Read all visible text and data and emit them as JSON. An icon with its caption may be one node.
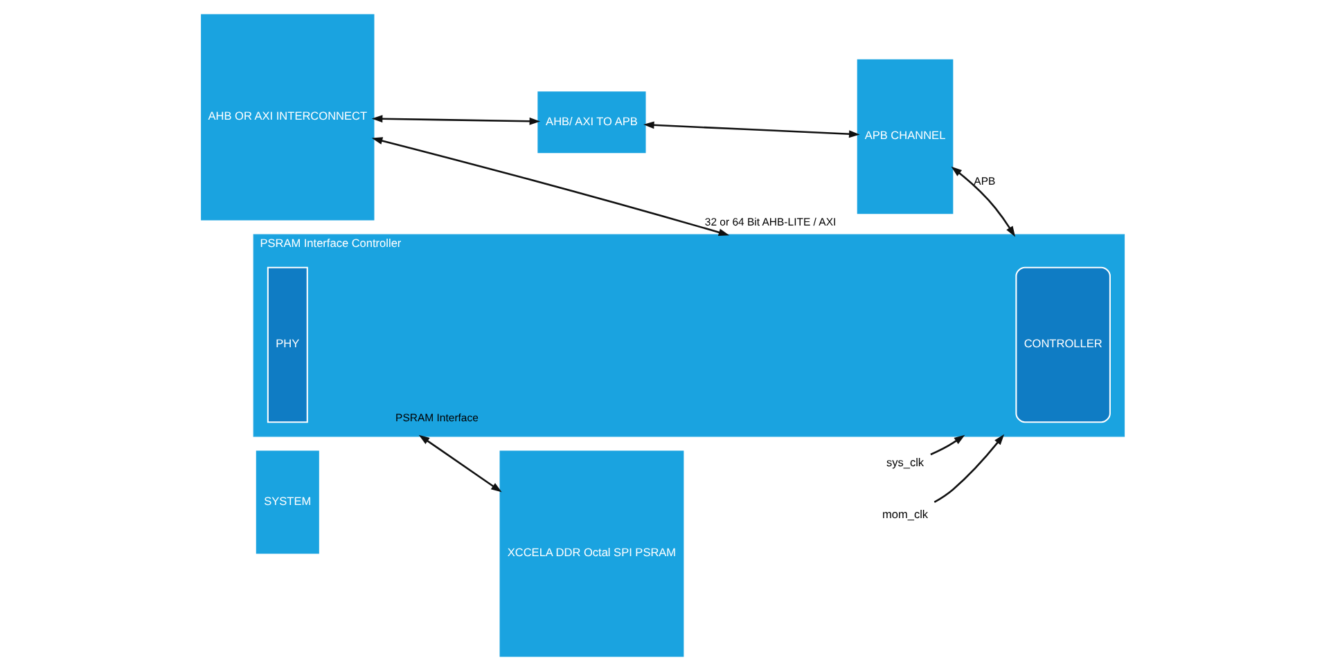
{
  "diagram": {
    "nodes": [
      {
        "text": [
          "SYSTEM"
        ]
      },
      {
        "text": [
          "AHB OR AXI INTERCONNECT"
        ]
      },
      {
        "text": [
          "AHB/ AXI TO APB"
        ]
      },
      {
        "text": [
          "APB CHANNEL"
        ]
      },
      {
        "text": [
          "PSRAM Interface Controller"
        ]
      },
      {
        "text": [
          "CONTROLLER"
        ],
        "in": 4
      },
      {
        "text": [
          "PHY"
        ],
        "in": 4
      },
      {
        "text": [
          "XCCELA DDR Octal SPI PSRAM"
        ]
      },
      {
        "text": [
          "sys_clk"
        ]
      },
      {
        "text": [
          "mom_clk"
        ]
      }
    ],
    "edges": [
      {
        "from": 8,
        "to": 4,
        "arrow": "to"
      },
      {
        "from": 9,
        "to": 4,
        "arrow": "to"
      },
      {
        "from": 1,
        "to": 4,
        "arrow": "both",
        "label": "32 or 64 Bit AHB-LITE / AXI"
      },
      {
        "from": 1,
        "to": 2,
        "arrow": "both"
      },
      {
        "from": 2,
        "to": 3,
        "arrow": "both"
      },
      {
        "from": 3,
        "to": 4,
        "arrow": "both",
        "label": "APB"
      },
      {
        "from": 4,
        "to": 7,
        "arrow": "both",
        "label": "PSRAM Interface"
      }
    ]
  }
}
